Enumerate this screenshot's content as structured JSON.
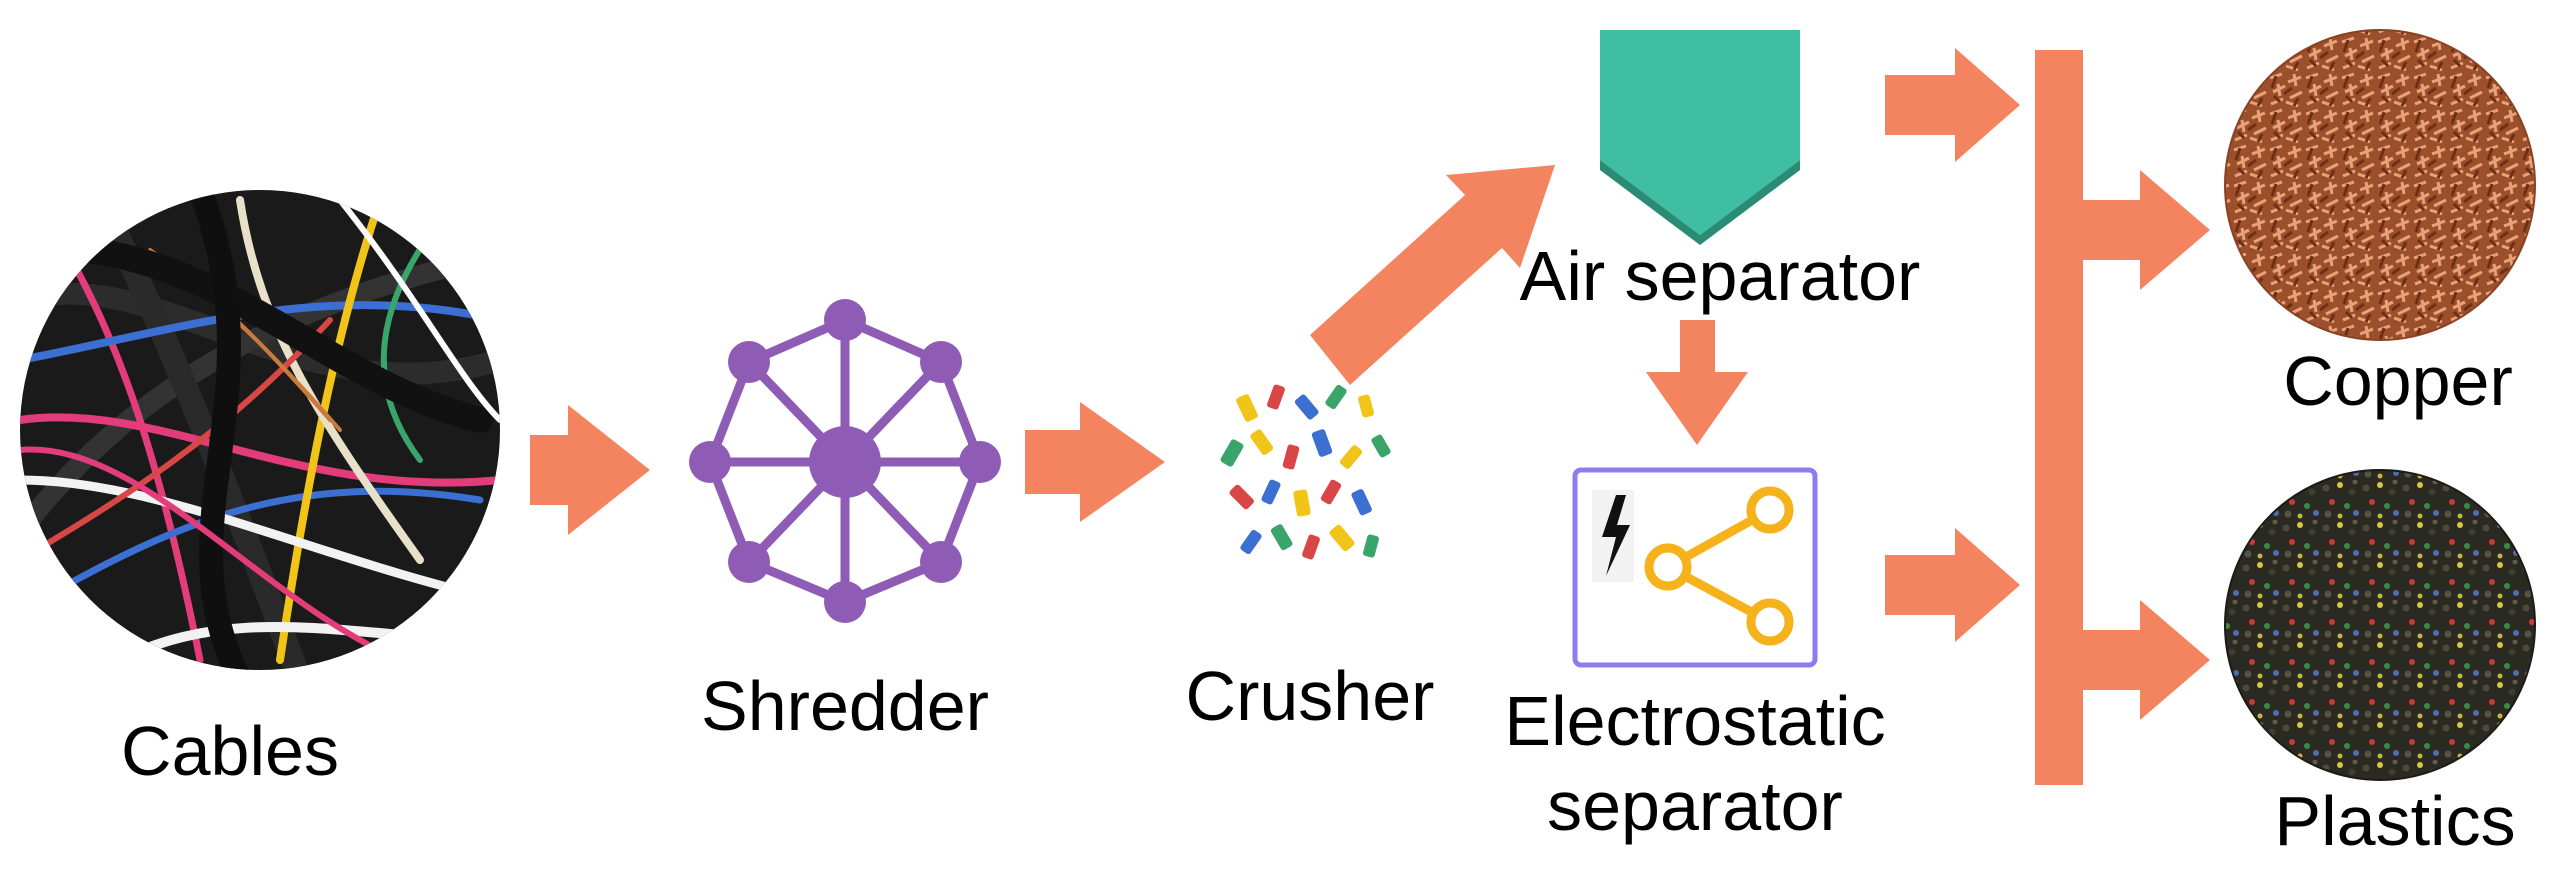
{
  "diagram": {
    "nodes": {
      "cables": {
        "label": "Cables",
        "icon": "cable-bundle-photo"
      },
      "shredder": {
        "label": "Shredder",
        "icon": "shredder-wheel-icon"
      },
      "crusher": {
        "label": "Crusher",
        "icon": "crushed-fragments-icon"
      },
      "air_separator": {
        "label": "Air separator",
        "icon": "air-separator-hopper-icon"
      },
      "electrostatic_separator": {
        "label_line1": "Electrostatic",
        "label_line2": "separator",
        "icon": "electrostatic-separator-icon"
      },
      "copper": {
        "label": "Copper",
        "icon": "copper-granules-photo"
      },
      "plastics": {
        "label": "Plastics",
        "icon": "plastic-granules-photo"
      }
    },
    "flow": [
      {
        "from": "Cables",
        "to": "Shredder"
      },
      {
        "from": "Shredder",
        "to": "Crusher"
      },
      {
        "from": "Crusher",
        "to": "Air separator"
      },
      {
        "from": "Air separator",
        "to": "Electrostatic separator"
      },
      {
        "from": "Air separator",
        "to": "collector-bar"
      },
      {
        "from": "Electrostatic separator",
        "to": "collector-bar"
      },
      {
        "from": "collector-bar",
        "to": "Copper"
      },
      {
        "from": "collector-bar",
        "to": "Plastics"
      }
    ],
    "colors": {
      "arrow": "#f4845f",
      "shredder": "#8e5bb5",
      "air_separator": "#3fbea1",
      "electrostatic_frame": "#8c7cf0",
      "electrostatic_symbol": "#f5b21b",
      "copper": "#b5653c",
      "plastics": "#2d2b22"
    }
  }
}
